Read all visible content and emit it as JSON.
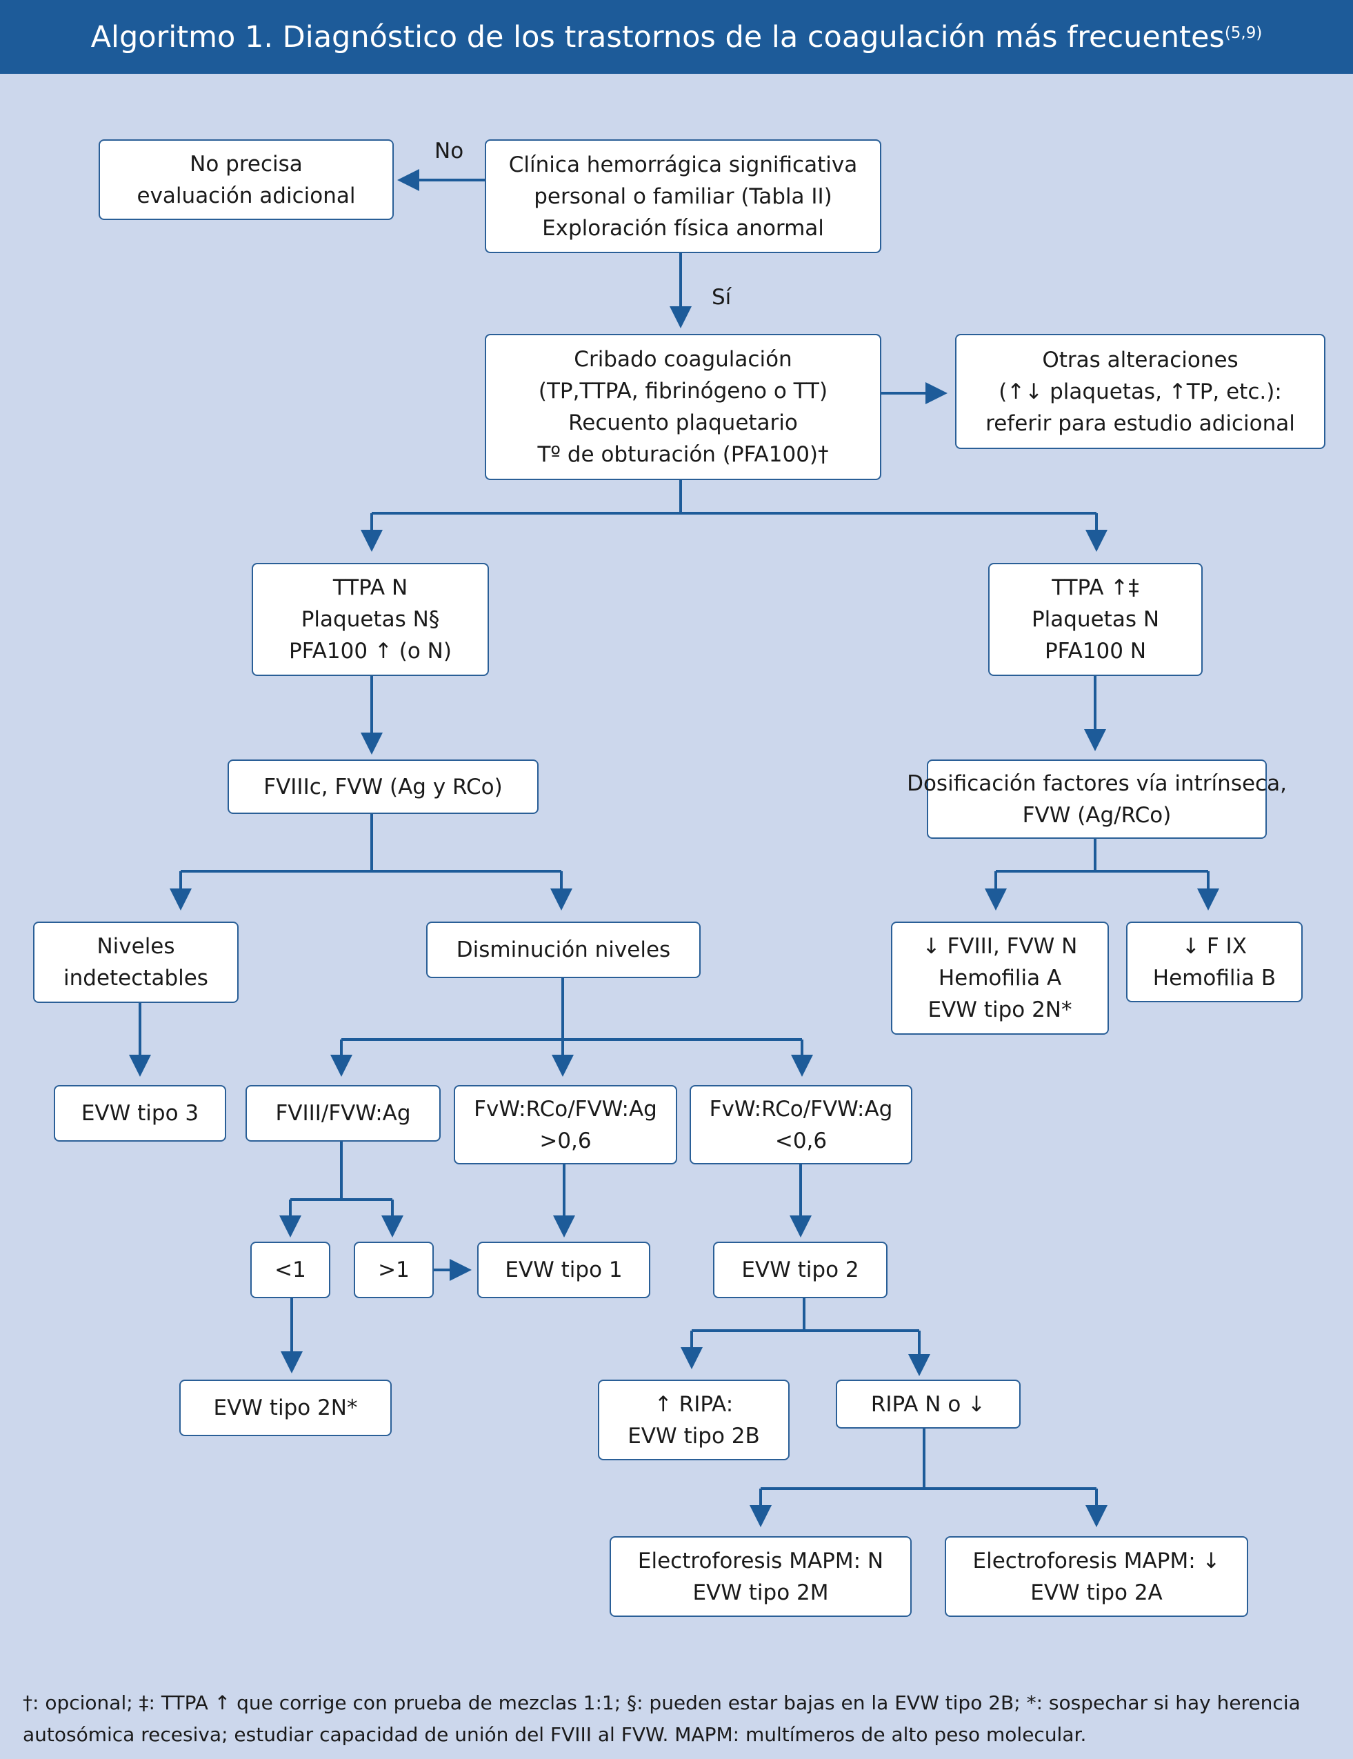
{
  "header": {
    "title": "Algoritmo 1. Diagnóstico de los trastornos de la coagulación más frecuentes",
    "superscript": "(5,9)"
  },
  "labels": {
    "no": "No",
    "si": "Sí"
  },
  "boxes": {
    "no_precisa": [
      "No precisa",
      "evaluación adicional"
    ],
    "clinica": [
      "Clínica hemorrágica significativa",
      "personal o familiar (Tabla II)",
      "Exploración física anormal"
    ],
    "cribado": [
      "Cribado coagulación",
      "(TP,TTPA, fibrinógeno o TT)",
      "Recuento plaquetario",
      "Tº de obturación (PFA100)†"
    ],
    "otras": [
      "Otras alteraciones",
      "(↑↓ plaquetas, ↑TP, etc.):",
      "referir para estudio adicional"
    ],
    "ttpa_n": [
      "TTPA N",
      "Plaquetas N§",
      "PFA100 ↑ (o N)"
    ],
    "ttpa_up": [
      "TTPA ↑‡",
      "Plaquetas N",
      "PFA100 N"
    ],
    "fviiic": [
      "FVIIIc, FVW (Ag y RCo)"
    ],
    "dosificacion": [
      "Dosificación factores vía intrínseca,",
      "FVW (Ag/RCo)"
    ],
    "fviii_down": [
      "↓ FVIII, FVW N",
      "Hemofilia A",
      "EVW tipo 2N*"
    ],
    "fix_down": [
      "↓ F IX",
      "Hemofilia B"
    ],
    "niveles": [
      "Niveles",
      "indetectables"
    ],
    "disminucion": [
      "Disminución niveles"
    ],
    "evw3": [
      "EVW tipo 3"
    ],
    "fviii_fvw_ag": [
      "FVIII/FVW:Ag"
    ],
    "rco_gt": [
      "FvW:RCo/FVW:Ag",
      ">0,6"
    ],
    "rco_lt": [
      "FvW:RCo/FVW:Ag",
      "<0,6"
    ],
    "lt1": [
      "<1"
    ],
    "gt1": [
      ">1"
    ],
    "evw1": [
      "EVW tipo 1"
    ],
    "evw2": [
      "EVW tipo 2"
    ],
    "evw2n": [
      "EVW tipo 2N*"
    ],
    "ripa_up": [
      "↑ RIPA:",
      "EVW tipo 2B"
    ],
    "ripa_n": [
      "RIPA  N o ↓"
    ],
    "electro_n": [
      "Electroforesis MAPM: N",
      "EVW tipo 2M"
    ],
    "electro_abn": [
      "Electroforesis MAPM: ↓",
      "EVW tipo 2A"
    ]
  },
  "footnote": [
    "†: opcional; ‡: TTPA ↑ que corrige con prueba de mezclas 1:1; §: pueden estar bajas en la EVW tipo 2B; *: sospechar si hay herencia",
    "autosómica recesiva; estudiar capacidad de unión del FVIII al FVW. MAPM: multímeros de alto peso molecular."
  ],
  "colors": {
    "header": "#1d5b99",
    "background": "#ccd7ec",
    "line": "#1d5b99",
    "box_border": "#2a5f97"
  }
}
